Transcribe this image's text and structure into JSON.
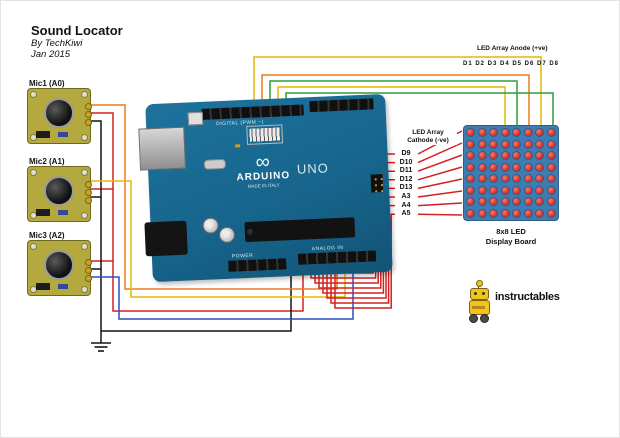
{
  "title": {
    "heading": "Sound Locator",
    "author": "By TechKiwi",
    "date": "Jan 2015"
  },
  "mics": [
    {
      "label": "Mic1 (A0)"
    },
    {
      "label": "Mic2 (A1)"
    },
    {
      "label": "Mic3 (A2)"
    }
  ],
  "arduino": {
    "brand": "ARDUINO",
    "model": "UNO",
    "infinity": "∞",
    "made_in": "MADE IN ITALY",
    "digital_label": "DIGITAL (PWM ~)",
    "power_label": "POWER",
    "analog_label": "ANALOG IN"
  },
  "led_array": {
    "anode_label": "LED Array Anode (+ve)",
    "anode_pins": "D1 D2 D3 D4 D5 D6 D7 D8",
    "cathode_label": "LED Array\nCathode (-ve)",
    "cathode_pins": [
      "D9",
      "D10",
      "D11",
      "D12",
      "D13",
      "A3",
      "A4",
      "A5"
    ],
    "board_label": "8x8 LED\nDisplay Board",
    "rows": 8,
    "cols": 8
  },
  "logo": {
    "text": "instructables"
  },
  "colors": {
    "wire_yellow": "#e6b800",
    "wire_orange": "#e87d1e",
    "wire_green": "#2e9e3a",
    "wire_red": "#d42020",
    "wire_blue": "#2b4fc2",
    "wire_black": "#141414",
    "board_blue": "#17658d",
    "matrix_blue": "#3d7db4",
    "led_red": "#cc2a2a",
    "mic_board": "#b3a93f",
    "robot_yellow": "#f2c21d"
  }
}
